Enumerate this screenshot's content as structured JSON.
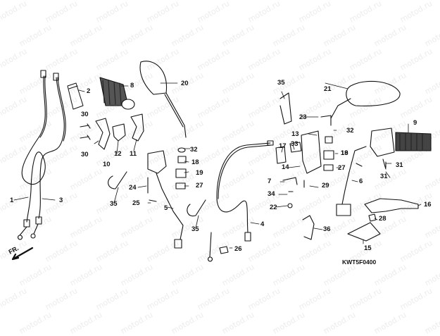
{
  "watermark": "motod.ru",
  "diagram_code": "KWT5F0400",
  "direction_label": "FR.",
  "callouts": [
    "1",
    "2",
    "3",
    "4",
    "5",
    "6",
    "7",
    "8",
    "9",
    "10",
    "11",
    "12",
    "13",
    "14",
    "15",
    "16",
    "17",
    "18",
    "18",
    "19",
    "19",
    "20",
    "21",
    "22",
    "23",
    "24",
    "25",
    "26",
    "27",
    "27",
    "28",
    "29",
    "30",
    "30",
    "31",
    "31",
    "32",
    "32",
    "33",
    "34",
    "35",
    "35",
    "35",
    "36"
  ],
  "colors": {
    "line": "#111111",
    "grip": "#333333",
    "watermark": "#ececec"
  }
}
